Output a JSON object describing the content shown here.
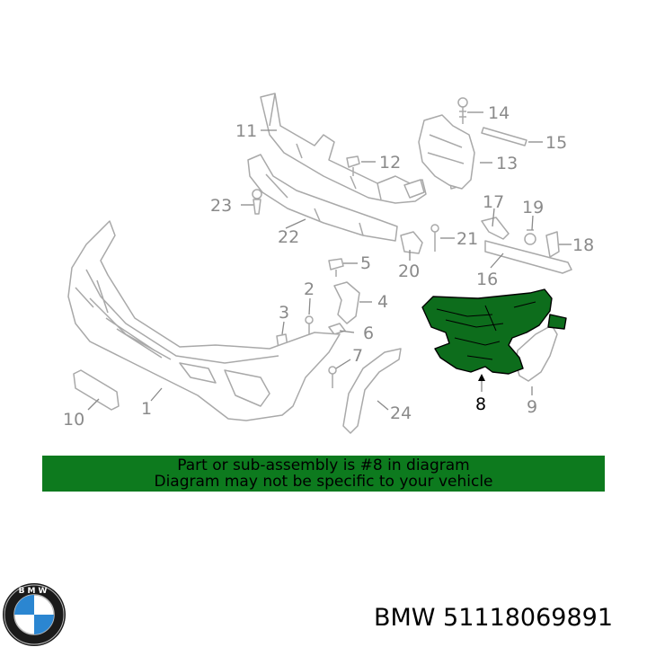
{
  "callouts": {
    "c1": "1",
    "c2": "2",
    "c3": "3",
    "c4": "4",
    "c5": "5",
    "c6": "6",
    "c7": "7",
    "c8": "8",
    "c9": "9",
    "c10": "10",
    "c11": "11",
    "c12": "12",
    "c13": "13",
    "c14": "14",
    "c15": "15",
    "c16": "16",
    "c17": "17",
    "c18": "18",
    "c19": "19",
    "c20": "20",
    "c21": "21",
    "c22": "22",
    "c23": "23",
    "c24": "24"
  },
  "banner": {
    "line1": "Part or sub-assembly is #8 in diagram",
    "line2": "Diagram may not be specific to your vehicle"
  },
  "brand": {
    "logo_text": "BMW",
    "part_label": "BMW 51118069891"
  },
  "colors": {
    "highlight": "#0d6d1c",
    "banner": "#0d7a1e",
    "line_art": "#a9a9a9"
  }
}
